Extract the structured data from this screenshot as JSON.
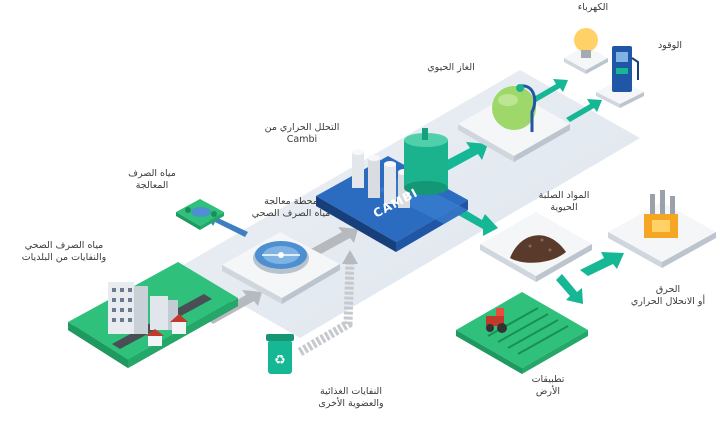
{
  "labels": {
    "electricity": "الكهرباء",
    "fuel": "الوقود",
    "biogas": "الغاز الحيوي",
    "thermal_hydrolysis": {
      "line1": "التحلل الحراري من",
      "line2": "Cambi"
    },
    "treated_wastewater": {
      "line1": "مياه الصرف",
      "line2": "المعالجة"
    },
    "treatment_plant": {
      "line1": "محطة معالجة",
      "line2": "مياه الصرف الصحي"
    },
    "municipal_wastewater": {
      "line1": "مياه الصرف الصحي",
      "line2": "والنفايات من البلديات"
    },
    "biosolids": {
      "line1": "المواد الصلبة",
      "line2": "الحيوية"
    },
    "incineration": {
      "line1": "الحرق",
      "line2": "أو الانحلال الحراري"
    },
    "land_application": {
      "line1": "تطبيقات",
      "line2": "الأرض"
    },
    "food_waste": {
      "line1": "النفايات الغذائية",
      "line2": "والعضوية الأخرى"
    },
    "cambi_logo": "CAMBI"
  },
  "colors": {
    "platform": "#dfe6ee",
    "green_arrow": "#16b795",
    "grey_arrow": "#b6babf",
    "blue_arrow": "#3d7fc1",
    "cambi_block": "#1f57a6",
    "grass": "#2fc07c",
    "digester": "#1bb38e",
    "biogas_sphere": "#9fd86a"
  },
  "icons": [
    "bulb-icon",
    "fuel-pump-icon",
    "recycle-icon",
    "factory-icon",
    "tractor-icon",
    "clarifier-icon",
    "city-icon"
  ]
}
